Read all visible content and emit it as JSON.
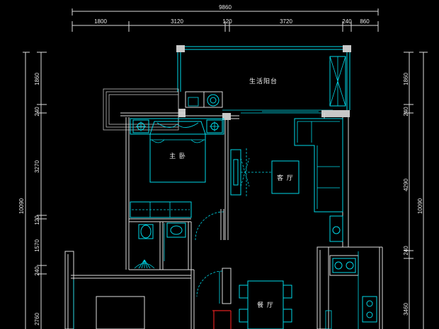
{
  "overall_dimension": "9860",
  "top_dimensions": [
    "1800",
    "3120",
    "120",
    "3720",
    "240",
    "860"
  ],
  "left_overall_dimension": "10090",
  "left_dimensions": [
    "1860",
    "240",
    "3270",
    "120",
    "1570",
    "240",
    "2760"
  ],
  "right_overall_dimension": "10090",
  "right_dimensions": [
    "1860",
    "240",
    "4290",
    "240",
    "3460"
  ],
  "rooms": {
    "balcony": "生活阳台",
    "master_bedroom": "主 卧",
    "living_room": "客 厅",
    "dining_room": "餐 厅"
  },
  "colors": {
    "background": "#000000",
    "walls": "#dcdcdc",
    "fixtures": "#00d8e8",
    "accent": "#e02020"
  }
}
